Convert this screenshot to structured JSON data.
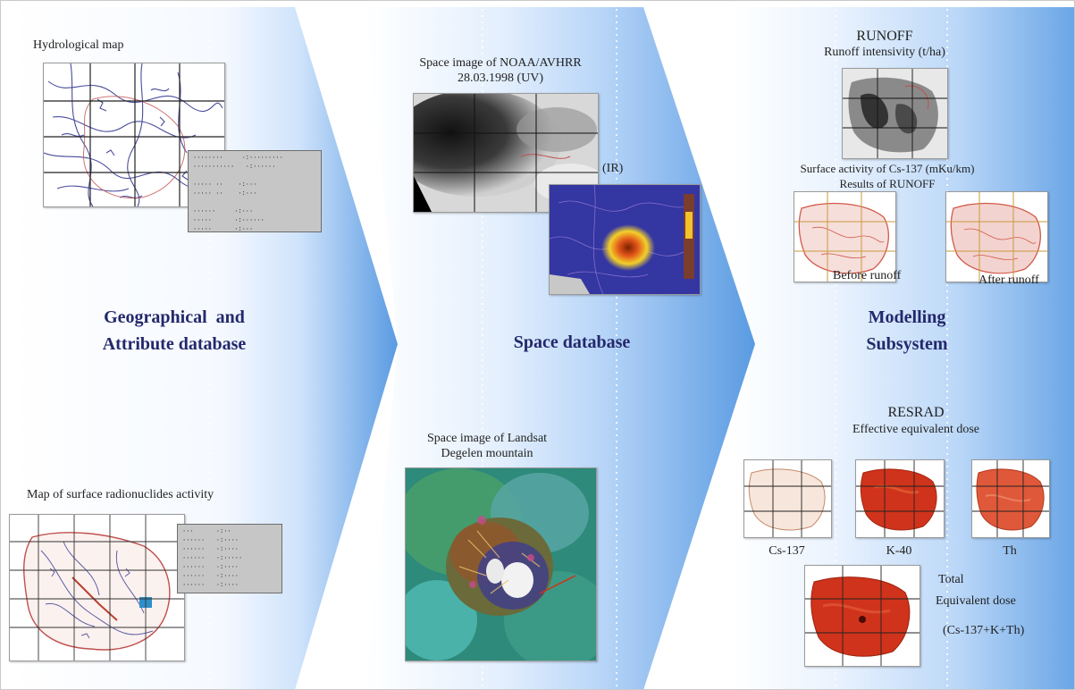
{
  "left": {
    "hydro_label": "Hydrological map",
    "title_line1": "Geographical  and",
    "title_line2": "Attribute database",
    "surface_label": "Map of surface radionuclides activity"
  },
  "middle": {
    "noaa_line1": "Space image of NOAA/AVHRR",
    "noaa_line2": "28.03.1998 (UV)",
    "ir_label": "(IR)",
    "title": "Space database",
    "landsat_line1": "Space image of Landsat",
    "landsat_line2": "Degelen mountain"
  },
  "right": {
    "runoff_title": "RUNOFF",
    "runoff_sub": "Runoff intensivity (t/ha)",
    "surface_cs_line1": "Surface activity of Cs-137 (mKu/km)",
    "surface_cs_line2": "Results of  RUNOFF",
    "before_runoff": "Before runoff",
    "after_runoff": "After runoff",
    "title_line1": "Modelling",
    "title_line2": "Subsystem",
    "resrad_title": "RESRAD",
    "resrad_sub": "Effective equivalent dose",
    "cs_label": "Cs-137",
    "k_label": "K-40",
    "th_label": "Th",
    "total_line1": "Total",
    "total_line2": "Equivalent dose",
    "total_line3": "(Cs-137+K+Th)"
  },
  "colors": {
    "arrow_blue": "#5b9be0",
    "title_navy": "#23286b",
    "dose_red": "#d0331b"
  }
}
